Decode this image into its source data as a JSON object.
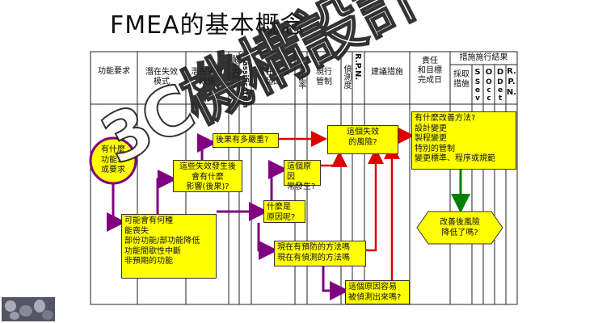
{
  "title": "FMEA的基本概念",
  "headers": {
    "function_requirement": "功能要求",
    "potential_failure_mode": "潛在失效\n模式",
    "potential_failure_effect": "潛在失效\n效應",
    "severity": "嚴重度",
    "classification": "Classification",
    "potential_failure_cause": "潛在失效\n起因",
    "occurrence": "發生率",
    "current_controls": "現行\n管制",
    "detection": "偵測度",
    "rpn": "R.P.N.",
    "recommended_actions": "建議措施",
    "responsibility": "責任\n和目標\n完成日",
    "action_results": "措施施行結果",
    "sub_s": "S",
    "sub_o": "O",
    "sub_d": "D",
    "sub_rpn": "R.\nP.\nN.",
    "sub_sev": "S\ne\nv",
    "sub_occ": "O\nc\nc",
    "sub_det": "D\ne\nt",
    "sub_actions_taken": "採取\n措施"
  },
  "boxes": {
    "function_circle": "有什麼\n功能、\n或要求",
    "failure_modes": "可能會有何種\n能喪失\n部份功能/部功能降低\n功能間歇性中斷\n非預期的功能",
    "effect_question": "這些失效發生後\n會有什麼\n影響(後果)?",
    "severity_question": "後果有多嚴重?",
    "cause_question": "什麼是\n原因呢?",
    "occurrence_question": "這個原因\n常發生?",
    "current_controls_question": "現在有預防的方法嗎\n現在有偵測的方法嗎",
    "detection_question": "這個原因容易\n被偵測出來嗎?",
    "risk_question": "這個失效\n的風險?",
    "actions_list": "有什麼改善方法?\n設計變更\n製程變更\n特別的管制\n變更標準、程序或規範",
    "risk_reduced_question": "改善後風險\n降低了嗎?"
  },
  "watermark": "3C機構設計",
  "colors": {
    "box_fill": "#ffff00",
    "purple_arrow": "#800080",
    "red_arrow": "#e00000",
    "green_arrow": "#008000",
    "circle_fill": "#ffff00",
    "circle_border": "#800080"
  }
}
